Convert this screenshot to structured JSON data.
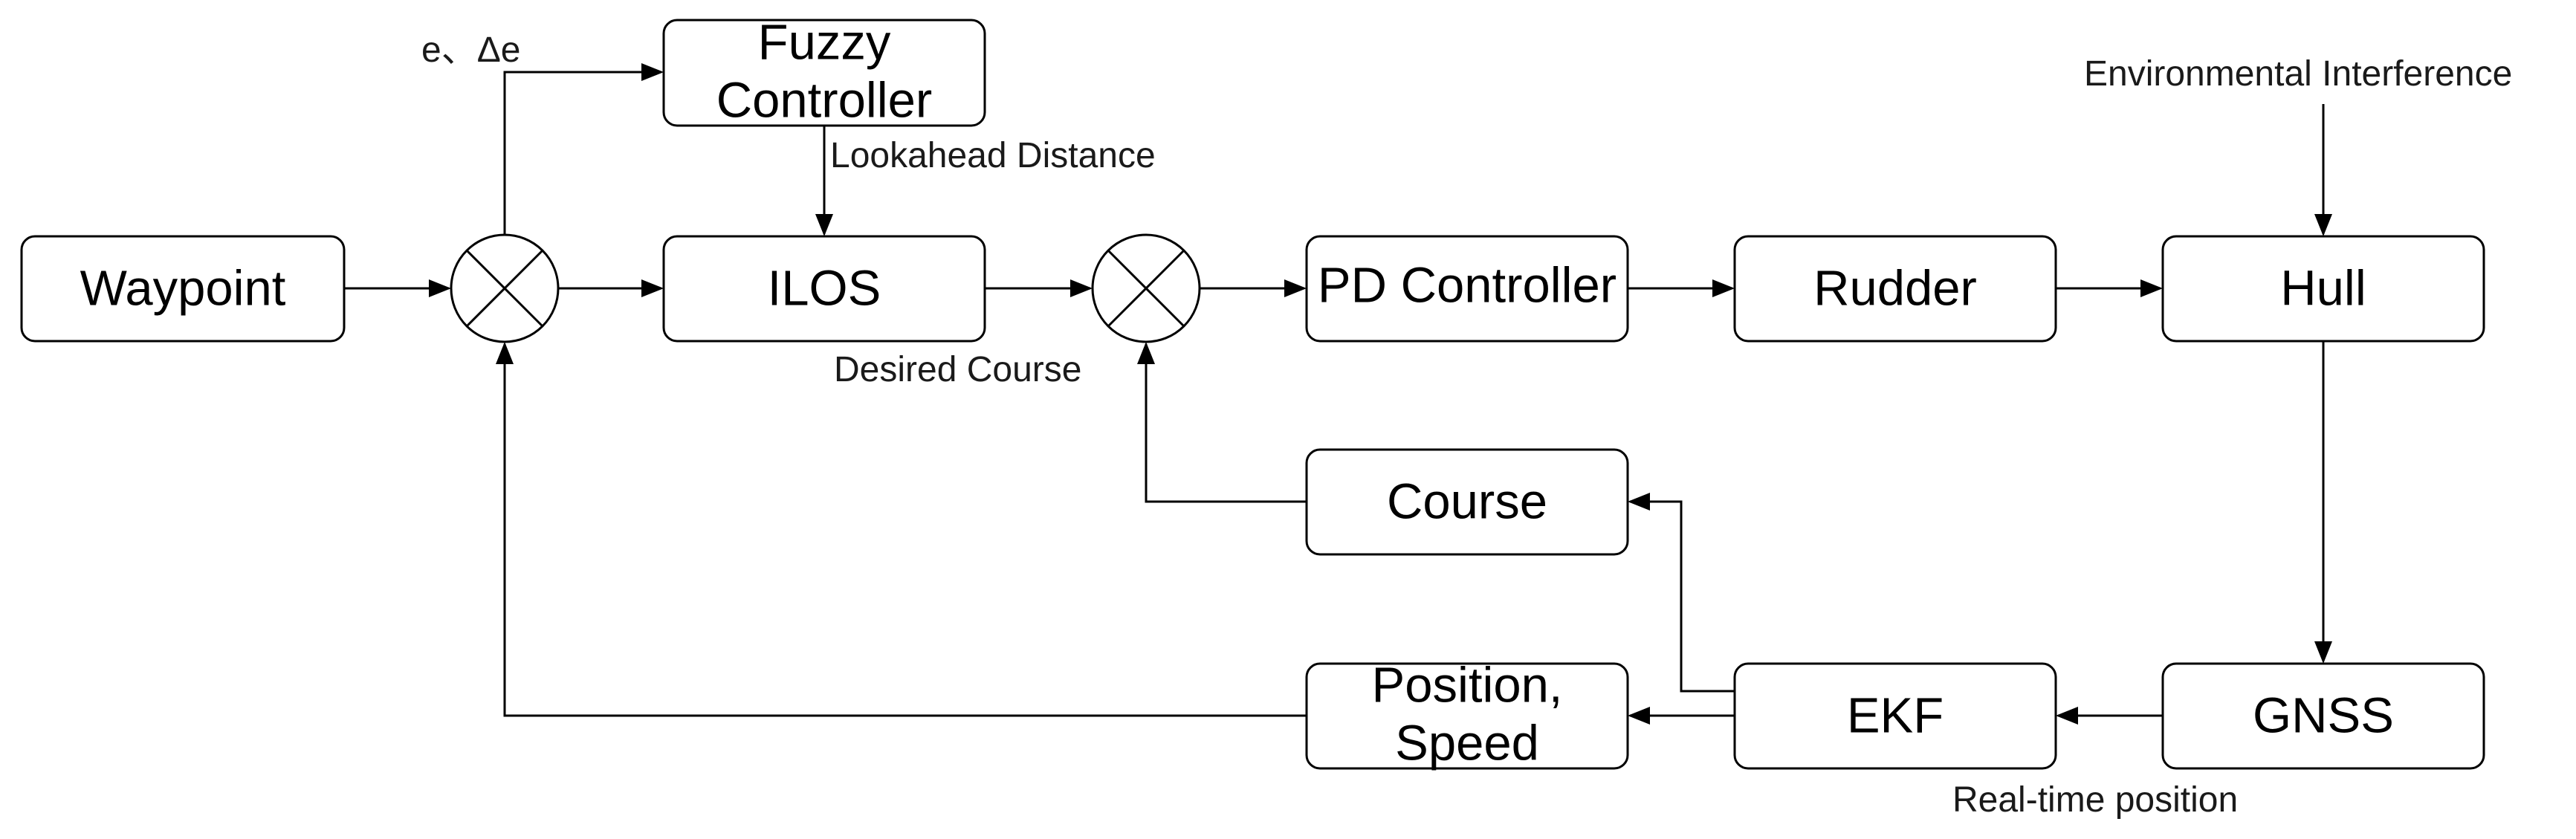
{
  "blocks": {
    "waypoint": "Waypoint",
    "fuzzy_line1": "Fuzzy",
    "fuzzy_line2": "Controller",
    "ilos": "ILOS",
    "pd_controller": "PD Controller",
    "rudder": "Rudder",
    "hull": "Hull",
    "course": "Course",
    "position_line1": "Position,",
    "position_line2": "Speed",
    "ekf": "EKF",
    "gnss": "GNSS"
  },
  "labels": {
    "error": "e、Δe",
    "lookahead": "Lookahead Distance",
    "desired_course": "Desired Course",
    "environmental": "Environmental Interference",
    "realtime_position": "Real-time position"
  },
  "colors": {
    "stroke": "#000000",
    "fill": "#ffffff"
  }
}
